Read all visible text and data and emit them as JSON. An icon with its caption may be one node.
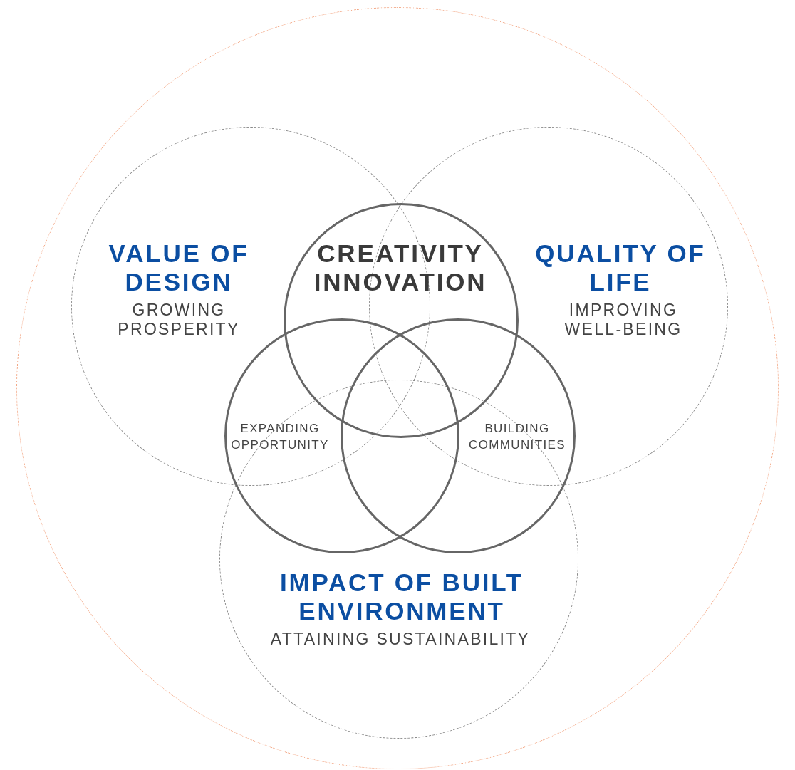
{
  "diagram": {
    "nodes": [
      {
        "text": [],
        "shape": "circle"
      },
      {
        "text": [
          "VALUE OF DESIGN",
          "GROWING PROSPERITY"
        ],
        "in": 0
      },
      {
        "text": [
          "QUALITY OF LIFE",
          "IMPROVING WELL-BEING"
        ],
        "in": 0
      },
      {
        "text": [
          "IMPACT OF BUILT ENVIRONMENT",
          "ATTAINING SUSTAINABILITY"
        ],
        "in": 0
      },
      {
        "text": [
          "CREATIVITY INNOVATION"
        ],
        "in": 0
      },
      {
        "text": [
          "EXPANDING OPPORTUNITY"
        ],
        "in": 0
      },
      {
        "text": [
          "BUILDING COMMUNITIES"
        ],
        "in": 0
      }
    ]
  }
}
